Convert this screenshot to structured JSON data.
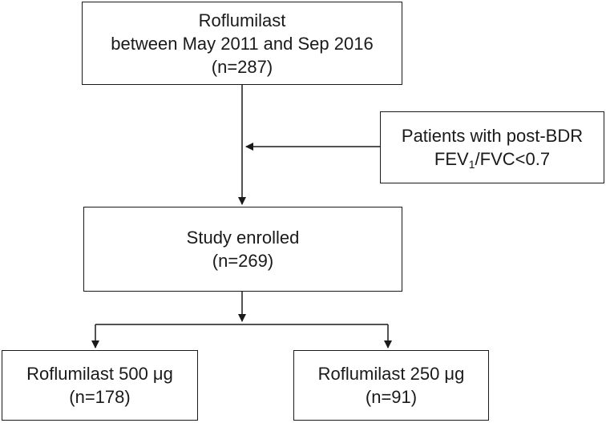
{
  "flowchart": {
    "box_start": {
      "line1": "Roflumilast",
      "line2": "between May 2011 and Sep 2016",
      "line3": "(n=287)"
    },
    "box_exclusion": {
      "line1": "Patients with post-BDR",
      "line2_prefix": "FEV",
      "line2_sub": "1",
      "line2_suffix": "/FVC<0.7"
    },
    "box_enrolled": {
      "line1": "Study enrolled",
      "line2": "(n=269)"
    },
    "box_500": {
      "line1": "Roflumilast 500 μg",
      "line2": "(n=178)"
    },
    "box_250": {
      "line1": "Roflumilast 250 μg",
      "line2": "(n=91)"
    }
  },
  "colors": {
    "stroke": "#1a1a1a",
    "background": "#ffffff"
  }
}
